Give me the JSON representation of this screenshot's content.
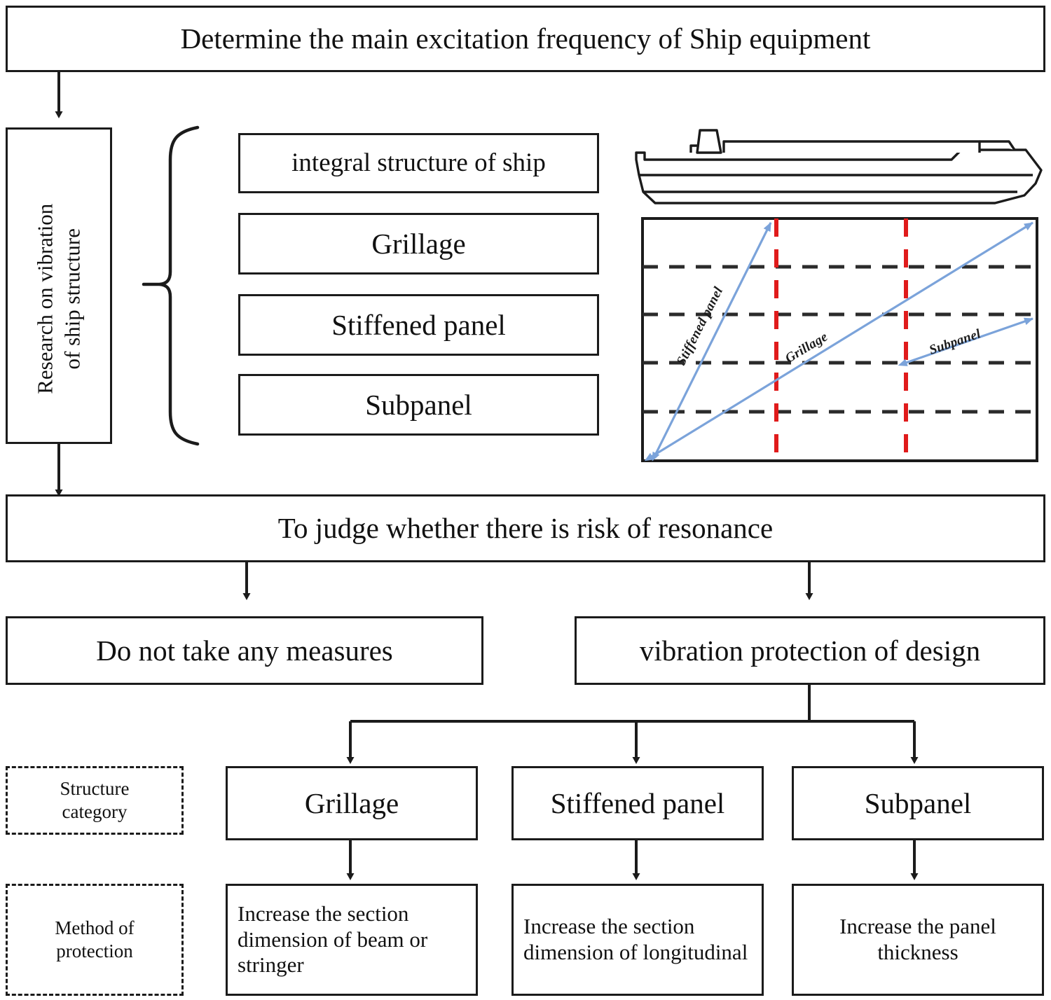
{
  "figure": {
    "kind": "flowchart",
    "subject": "Ship equipment vibration / resonance design decision flow"
  },
  "nodes": {
    "step1_title": "Determine the main excitation frequency of Ship equipment",
    "research_label": "Research on vibration\nof ship structure",
    "research_label_line1": "Research on vibration",
    "research_label_line2": "of ship structure",
    "structure_levels": [
      "integral structure of ship",
      "Grillage",
      "Stiffened panel",
      "Subpanel"
    ],
    "judge": "To judge whether there is risk of resonance",
    "no_measure": "Do not take any measures",
    "protection": "vibration protection of design",
    "category_legend": "Structure\ncategory",
    "category_legend_line1": "Structure",
    "category_legend_line2": "category",
    "method_legend": "Method of\nprotection",
    "method_legend_line1": "Method of",
    "method_legend_line2": "protection",
    "branches": [
      {
        "category": "Grillage",
        "method": "Increase the section dimension of beam or stringer"
      },
      {
        "category": "Stiffened panel",
        "method": "Increase the section dimension of longitudinal"
      },
      {
        "category": "Subpanel",
        "method": "Increase the panel thickness"
      }
    ]
  },
  "illustration": {
    "ship_caption": "",
    "panel_arrow_labels": [
      "Stiffened panel",
      "Grillage",
      "Subpanel"
    ],
    "panel_horizontal_dashed_lines": 4,
    "panel_vertical_dashed_lines": 2
  },
  "colors": {
    "stroke": "#1b1b1b",
    "background": "#ffffff",
    "red_dashed": "#e01b1b",
    "blue_arrow": "#7ba3da",
    "text": "#111111"
  }
}
